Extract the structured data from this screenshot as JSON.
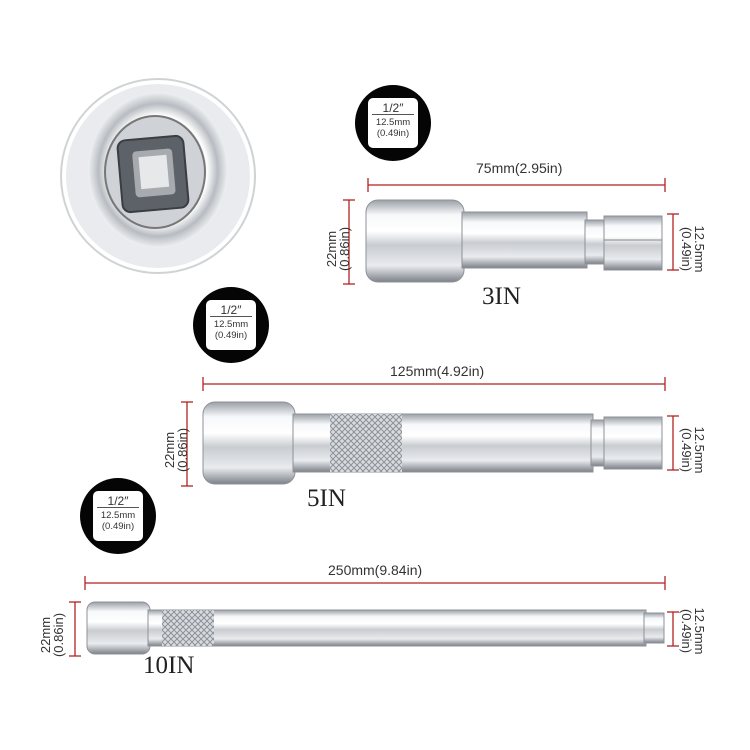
{
  "badges": [
    {
      "fraction": "1/2″",
      "mm": "12.5mm",
      "inches": "(0.49in)"
    },
    {
      "fraction": "1/2″",
      "mm": "12.5mm",
      "inches": "(0.49in)"
    },
    {
      "fraction": "1/2″",
      "mm": "12.5mm",
      "inches": "(0.49in)"
    }
  ],
  "bars": [
    {
      "size_label": "3IN",
      "length_label": "75mm(2.95in)",
      "diameter_mm": "22mm",
      "diameter_in": "(0.86in)",
      "drive_mm": "12.5mm",
      "drive_in": "(0.49in)"
    },
    {
      "size_label": "5IN",
      "length_label": "125mm(4.92in)",
      "diameter_mm": "22mm",
      "diameter_in": "(0.86in)",
      "drive_mm": "12.5mm",
      "drive_in": "(0.49in)"
    },
    {
      "size_label": "10IN",
      "length_label": "250mm(9.84in)",
      "diameter_mm": "22mm",
      "diameter_in": "(0.86in)",
      "drive_mm": "12.5mm",
      "drive_in": "(0.49in)"
    }
  ],
  "colors": {
    "dimension_line": "#b22222",
    "badge": "#050505",
    "chrome_dark": "#8a8f96",
    "chrome_light": "#f4f6f8"
  }
}
